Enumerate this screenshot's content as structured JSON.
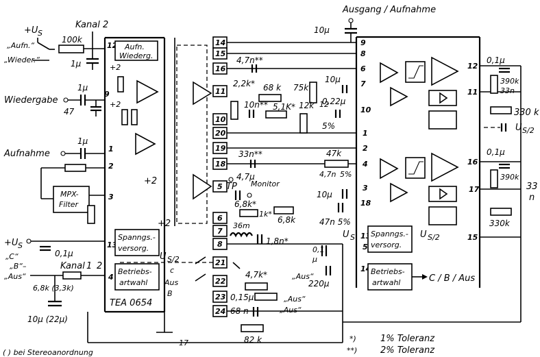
{
  "labels": {
    "us_left": "+U",
    "us_left_sub": "S",
    "aufn": "„Aufn.“",
    "wieder": "„Wieder.“",
    "kanal2": "Kanal 2",
    "wiedergabe": "Wiedergabe",
    "aufnahme": "Aufnahme",
    "ausgang": "Ausgang / Aufnahme",
    "mpx1": "MPX-",
    "mpx2": "Filter",
    "tp": "TP",
    "monitor1": "Monitor",
    "us_bottom": "+U",
    "c_label": "„C“",
    "b_label": "„B“–",
    "aus_label": "„Aus“",
    "kanal_bottom": "Kanal",
    "kanal_num": "1",
    "kanal_num2": "2",
    "tea": "TEA 0654",
    "spann1": "Spanngs.-",
    "spann2": "versorg.",
    "betr1": "Betriebs-",
    "betr2": "artwahl",
    "aufn_box1": "Aufn.",
    "aufn_box2": "Wiederg.",
    "us2": "U",
    "us2_sub": "S/2",
    "plus2": "+2",
    "plus2b": "+2",
    "ausB": "Aus",
    "B": "B",
    "c_small": "c",
    "cba": "C / B / Aus",
    "aus1": "„Aus“",
    "aus2": "„Aus“",
    "aus3": "„Aus“",
    "tol1": "1% Toleranz",
    "tol2": "2% Toleranz",
    "tol1_mark": "*)",
    "tol2_mark": "**)",
    "stereo": "( ) bei Stereoanordnung",
    "us_r": "U",
    "us_r_sub": "S/2",
    "r330k_edge": "330 k",
    "cap33n_edge": "33",
    "cap33n_edge2": "n",
    "us_mid": "U",
    "us_mid_sub": "S",
    "us2_mid": "U",
    "us2_mid_sub": "S/2"
  },
  "components": {
    "r100k": "100k",
    "c1u_a": "1μ",
    "c1u_b": "1μ",
    "c47": "47",
    "c1u_c": "1μ",
    "c10u_out": "10μ",
    "c4n7": "4,7n**",
    "r2k2": "2,2k*",
    "r68k": "68 k",
    "r75k": "75k",
    "c10n": "10n**",
    "r5k1": "5,1K*",
    "r12k": "12k",
    "c10u_mid": "10μ",
    "c022u": "0,22μ",
    "pct5": "5%",
    "c01u_r": "0,1μ",
    "r390k": "390k",
    "c33n_r": "33n",
    "c33n": "33n**",
    "r47k": "47k",
    "c4n7b": "4,7n",
    "pct5b": "5%",
    "c10u_c": "10μ",
    "c47n": "47n 5%",
    "c4u7": "4,7μ",
    "r6k8a": "6,8k*",
    "r1k": "1k*",
    "r6k8b": "6,8k",
    "c01u_r2": "0,1μ",
    "r390k2": "390k",
    "r330k2": "330k",
    "l36m": "36m",
    "c1n8": "1,8n*",
    "c01u_bot": "0,1μ",
    "r6k8_3k3": "6,8k (3,3k)",
    "c10u_22u": "10μ (22μ)",
    "c01_mid": "0,1",
    "c01_mid_u": "μ",
    "c220u": "220μ",
    "r4k7": "4,7k*",
    "c015u": "0,15μ",
    "c68n": "68 n",
    "r82k": "82 k"
  },
  "pins_left": [
    "12",
    "9",
    "1",
    "2",
    "3",
    "13",
    "4"
  ],
  "pins_ic_col": [
    "14",
    "15",
    "16",
    "11",
    "10",
    "20",
    "19",
    "18",
    "5",
    "6",
    "7",
    "8",
    "21",
    "22",
    "23",
    "24"
  ],
  "pins_right_block": [
    "9",
    "8",
    "6",
    "7",
    "10",
    "1",
    "2",
    "4",
    "3",
    "18",
    "13",
    "5",
    "14"
  ],
  "pins_far_right": [
    "12",
    "11",
    "16",
    "17",
    "15"
  ],
  "pin_17_bottom": "17",
  "pin_12_mid": "12"
}
